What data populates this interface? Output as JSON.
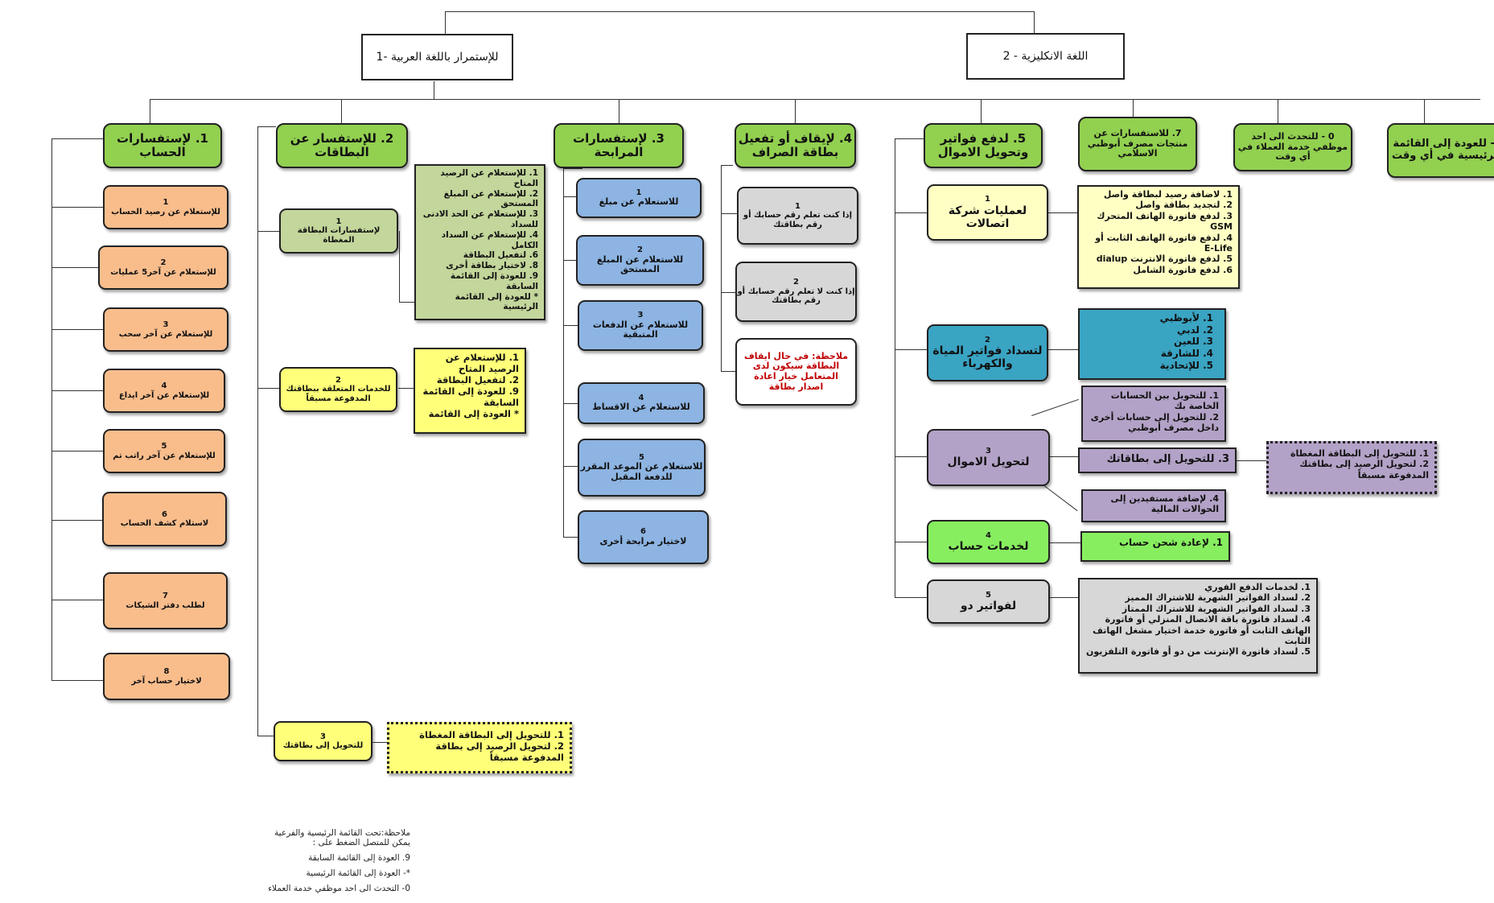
{
  "top": {
    "arabic": "للإستمرار باللغة العربية  -1",
    "english": "اللغة الانكليزية - 2"
  },
  "main": {
    "m1": "1. لإستفسارات الحساب",
    "m2": "2. للإستفسار عن البطاقات",
    "m3": "3. لإستفسارات المرابحة",
    "m4": "4. لإيقاف أو تفعيل بطاقة الصراف",
    "m5": "5. لدفع فواتير وتحويل الاموال",
    "m7": "7. للاستفسارات عن منتجات مصرف أبوظبي الاسلامي",
    "m0": "0 - للتحدث الى احد موظفي خدمة العملاء في أي وقت",
    "mstar": "*- للعودة إلى القائمة الرئيسية في أي وقت"
  },
  "account": [
    {
      "num": "1",
      "label": "للإستعلام عن رصيد الحساب"
    },
    {
      "num": "2",
      "label": "للإستعلام عن آخر5 عمليات"
    },
    {
      "num": "3",
      "label": "للإستعلام عن آخر سحب"
    },
    {
      "num": "4",
      "label": "للإستعلام عن آخر ايداع"
    },
    {
      "num": "5",
      "label": "للإستعلام عن آخر راتب تم"
    },
    {
      "num": "6",
      "label": "لاستلام كشف الحساب"
    },
    {
      "num": "7",
      "label": "لطلب دفتر الشيكات"
    },
    {
      "num": "8",
      "label": "لاختيار حساب آخر"
    }
  ],
  "cards": {
    "c1": {
      "num": "1",
      "label": "لإستفسارات البطاقة المغطاة"
    },
    "c1_items": [
      "1. للإستعلام عن الرصيد المتاح",
      "2. للإستعلام عن المبلغ المستحق",
      "3. للإستعلام عن الحد الادنى للسداد",
      "4. للإستعلام عن السداد الكامل",
      "6. لتفعيل البطاقة",
      "8. لاختيار بطاقة أخرى",
      "9. للعودة إلى القائمة السابقة",
      "* للعودة إلى القائمة الرئيسية"
    ],
    "c2": {
      "num": "2",
      "label": "للخدمات المتعلقة ببطاقتك المدفوعة مسبقاً"
    },
    "c2_items": [
      "1. للإستعلام عن الرصيد المتاح",
      "2. لتفعيل البطاقة",
      "9. للعودة إلى القائمة السابقة",
      "* العودة إلى القائمة"
    ],
    "c3": {
      "num": "3",
      "label": "للتحويل إلى بطاقتك"
    },
    "c3_items": [
      "1. للتحويل إلى البطاقة المغطاة",
      "2. لتحويل الرصيد إلى بطاقة المدفوعة مسبقاً"
    ]
  },
  "murabaha": [
    {
      "num": "1",
      "label": "للاستعلام عن مبلغ"
    },
    {
      "num": "2",
      "label": "للاستعلام عن المبلغ المستحق"
    },
    {
      "num": "3",
      "label": "للاستعلام عن الدفعات المتبقية"
    },
    {
      "num": "4",
      "label": "للاستعلام عن الاقساط"
    },
    {
      "num": "5",
      "label": "للاستعلام عن الموعد المقرر للدفعة المقبل"
    },
    {
      "num": "6",
      "label": "لاختيار مرابحة أخرى"
    }
  ],
  "atm": [
    {
      "num": "1",
      "label": "إذا كنت تعلم رقم حسابك أو رقم بطاقتك"
    },
    {
      "num": "2",
      "label": "إذا كنت لا تعلم رقم حسابك أو رقم بطاقتك"
    }
  ],
  "atm_note": "ملاحظة: في حال ايقاف البطاقة سيكون لدى المتعامل خيار اعادة اصدار بطاقة",
  "bills": {
    "b1": {
      "num": "1",
      "label": "لعمليات شركة اتصالات"
    },
    "b1_items": [
      "1. لاضافة رصيد لبطاقة واصل",
      "2. لتجديد بطاقة واصل",
      "3. لدفع فاتورة الهاتف المتحرك GSM",
      "4. لدفع فاتورة الهاتف الثابت أو E-Life",
      "5. لدفع فاتورة الانترنت dialup",
      "6. لدفع فاتورة الشامل"
    ],
    "b2": {
      "num": "2",
      "label": "لتسداد فواتير المياة والكهرباء"
    },
    "b2_items": [
      "1. لأبوظبي",
      "2. لدبي",
      "3. للعين",
      "4. للشارقة",
      "5. للإتحادية"
    ],
    "b3": {
      "num": "3",
      "label": "لتحويل الاموال"
    },
    "b3_a": [
      "1. للتحويل بين الحسابات الخاصة بك",
      "2. للتحويل إلى حسابات أخرى داخل مصرف أبوظبي"
    ],
    "b3_b": [
      "3. للتحويل إلى بطاقاتك"
    ],
    "b3_c": [
      "4. لإضافة مستفيدين إلى الحوالات المالية"
    ],
    "b3_d": [
      "1. للتحويل إلى البطاقة المغطاة",
      "2. لتحويل الرصيد إلى بطاقتك المدفوعة مسبقاً"
    ],
    "b4": {
      "num": "4",
      "label": "لخدمات حساب"
    },
    "b4_items": [
      "1. لإعادة شحن حساب"
    ],
    "b5": {
      "num": "5",
      "label": "لفواتير دو"
    },
    "b5_items": [
      "1. لخدمات الدفع الفوري",
      "2. لسداد الفواتير الشهرية للاشتراك المميز",
      "3. لسداد الفواتير الشهرية للاشتراك الممتاز",
      "4. لسداد فاتورة باقة الاتصال المنزلي أو فاتورة الهاتف الثابت أو فاتورة خدمة اختيار مشغل الهاتف الثابت",
      "5. لسداد فاتورة الإنترنت من دو أو فاتورة التلفزيون"
    ]
  },
  "notes": [
    "ملاحظة:تحت القائمة الرئيسية والفرعية يمكن للمتصل الضغط على :",
    "9. العودة إلى القائمة السابقة",
    "*- العودة إلى القائمة الرئيسية",
    "0- التحدث الى احد موظفي خدمة العملاء"
  ]
}
